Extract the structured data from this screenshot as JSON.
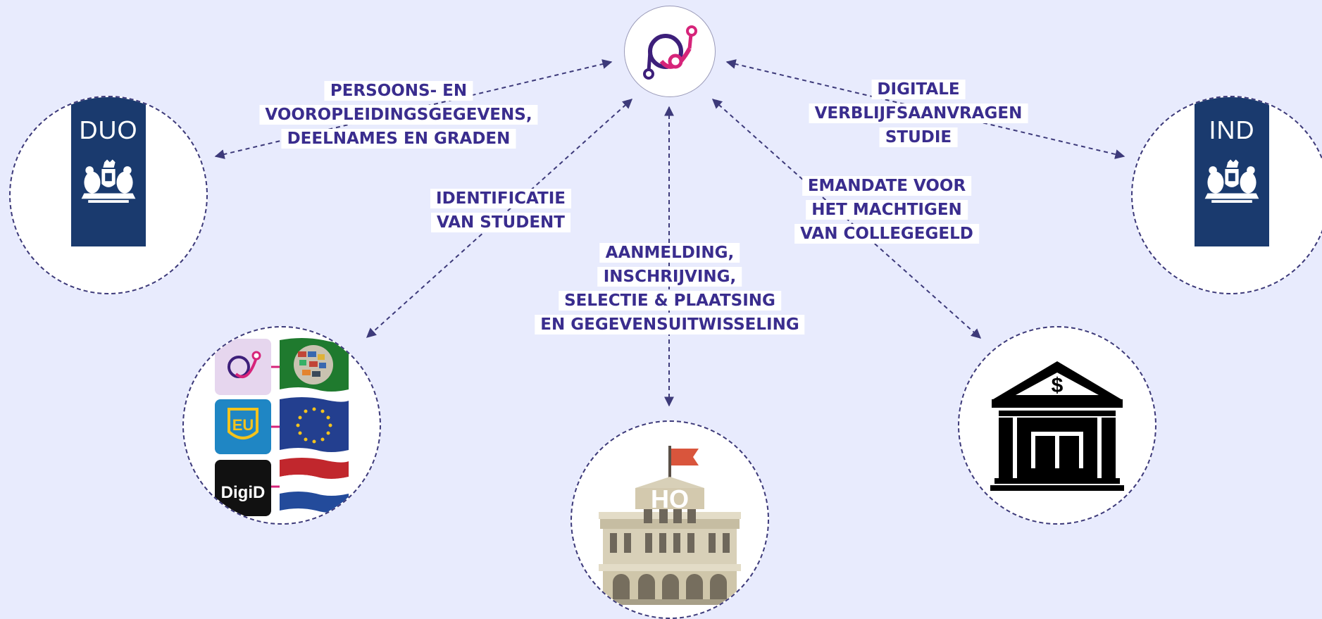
{
  "nodes": {
    "center": {
      "name": "central-platform"
    },
    "duo": {
      "logo_text": "DUO"
    },
    "ind": {
      "logo_text": "IND"
    },
    "ho": {
      "logo_text": "HO"
    },
    "identity": {
      "digid_text": "DigiD",
      "eu_text": "EU"
    },
    "bank": {
      "icon_text": "$"
    }
  },
  "labels": {
    "duo_flow": [
      "PERSOONS- EN",
      "VOOROPLEIDINGSGEGEVENS,",
      "DEELNAMES EN GRADEN"
    ],
    "ind_flow": [
      "DIGITALE",
      "VERBLIJFSAANVRAGEN",
      "STUDIE"
    ],
    "identification": [
      "IDENTIFICATIE",
      "VAN STUDENT"
    ],
    "ho_flow": [
      "AANMELDING,",
      "INSCHRIJVING,",
      "SELECTIE & PLAATSING",
      "EN GEGEVENSUITWISSELING"
    ],
    "emandate": [
      "EMANDATE VOOR",
      "HET MACHTIGEN",
      "VAN COLLEGEGELD"
    ]
  },
  "colors": {
    "background": "#e8ebfd",
    "label_text": "#3a2d8e",
    "arrow": "#3d3a7a",
    "gov_blue": "#1a3a6e",
    "brand_magenta": "#d6247a",
    "brand_purple": "#3d1f7a"
  }
}
